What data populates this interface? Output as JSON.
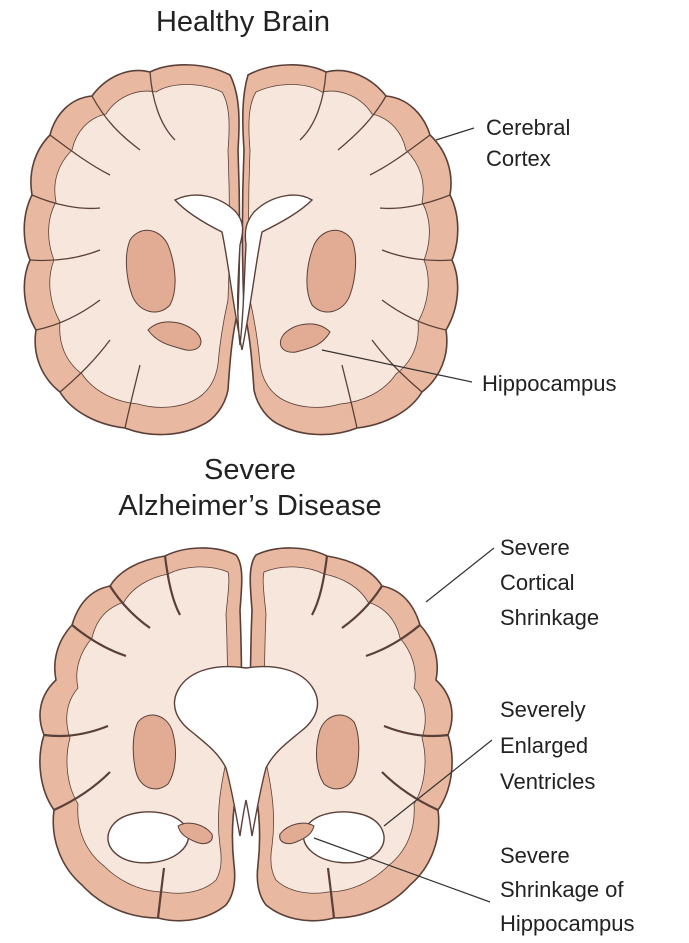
{
  "titles": {
    "healthy": "Healthy Brain",
    "disease_line1": "Severe",
    "disease_line2": "Alzheimer’s Disease"
  },
  "healthy_labels": {
    "cortex_line1": "Cerebral",
    "cortex_line2": "Cortex",
    "hippocampus": "Hippocampus"
  },
  "disease_labels": {
    "cortical_line1": "Severe",
    "cortical_line2": "Cortical",
    "cortical_line3": "Shrinkage",
    "ventricles_line1": "Severely",
    "ventricles_line2": "Enlarged",
    "ventricles_line3": "Ventricles",
    "hippo_line1": "Severe",
    "hippo_line2": "Shrinkage of",
    "hippo_line3": "Hippocampus"
  },
  "colors": {
    "cortex_outer": "#e8b8a0",
    "white_matter": "#f7e6dc",
    "deep_nuclei": "#e2ab93",
    "outline": "#5a4038",
    "ventricle": "#ffffff"
  }
}
